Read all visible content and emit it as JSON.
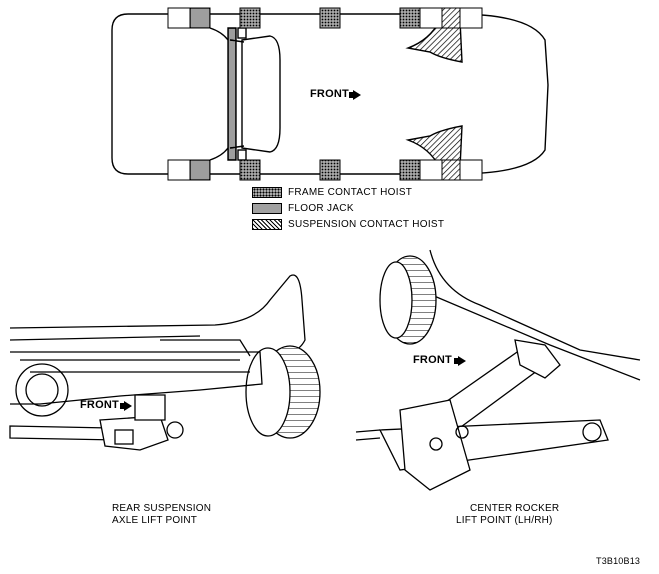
{
  "top_view": {
    "front_label": "FRONT"
  },
  "legend": [
    {
      "key": "frame",
      "label": "FRAME CONTACT HOIST"
    },
    {
      "key": "jack",
      "label": "FLOOR JACK"
    },
    {
      "key": "susp",
      "label": "SUSPENSION CONTACT HOIST"
    }
  ],
  "rear_view": {
    "front_label": "FRONT",
    "caption_line1": "REAR SUSPENSION",
    "caption_line2": "AXLE LIFT POINT"
  },
  "rocker_view": {
    "front_label": "FRONT",
    "caption_line1": "CENTER ROCKER",
    "caption_line2": "LIFT POINT (LH/RH)"
  },
  "figure_code": "T3B10B13"
}
